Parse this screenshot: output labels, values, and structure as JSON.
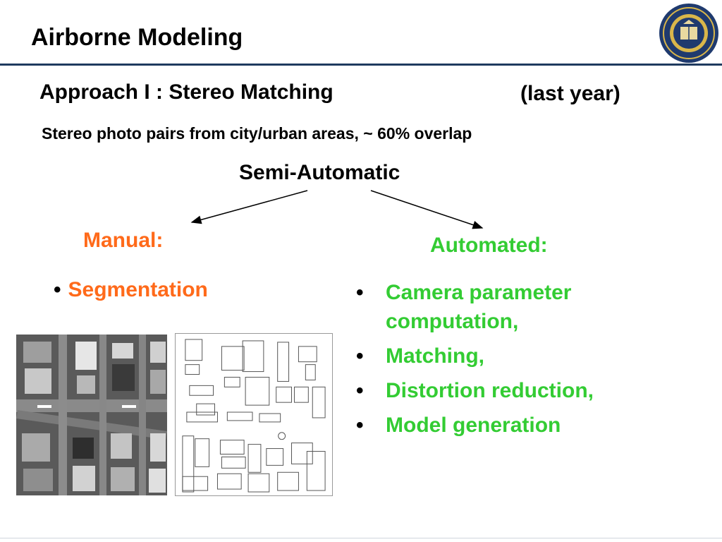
{
  "slide": {
    "title": "Airborne Modeling",
    "approach": "Approach I : Stereo Matching",
    "last_year": "(last year)",
    "stereo_line": "Stereo photo pairs from city/urban areas, ~ 60% overlap",
    "semi_automatic": "Semi-Automatic",
    "manual_heading": "Manual:",
    "manual_items": [
      "Segmentation"
    ],
    "automated_heading": "Automated:",
    "automated_items": [
      "Camera parameter computation,",
      "Matching,",
      "Distortion reduction,",
      "Model generation"
    ],
    "bullet": "•"
  },
  "images": {
    "seal": "university-seal",
    "photo": "aerial-city-photo",
    "sketch": "building-outline-segmentation"
  },
  "colors": {
    "manual": "#ff6a1a",
    "automated": "#33cc33",
    "rule": "#1f3a5f"
  }
}
